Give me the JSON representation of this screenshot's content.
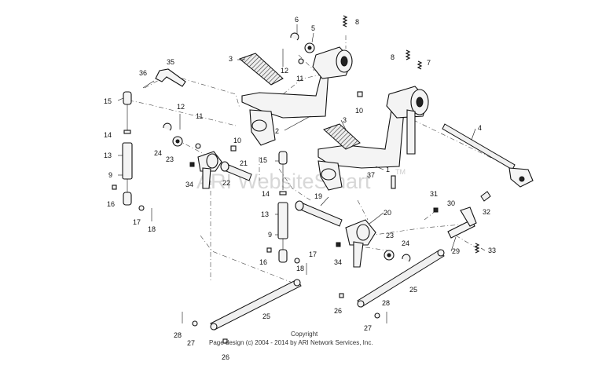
{
  "watermark": {
    "text": "ARI WebsiteSmart",
    "trademark": "TM"
  },
  "copyright": {
    "line1": "Copyright",
    "line2": "Page design (c) 2004 - 2014 by ARI Network Services, Inc."
  },
  "callouts": [
    "1",
    "2",
    "3",
    "3",
    "4",
    "5",
    "6",
    "7",
    "8",
    "8",
    "9",
    "9",
    "10",
    "10",
    "11",
    "11",
    "12",
    "12",
    "13",
    "13",
    "14",
    "14",
    "15",
    "15",
    "16",
    "16",
    "17",
    "17",
    "18",
    "18",
    "19",
    "20",
    "21",
    "22",
    "23",
    "23",
    "24",
    "24",
    "25",
    "25",
    "26",
    "26",
    "27",
    "27",
    "28",
    "28",
    "29",
    "30",
    "31",
    "32",
    "33",
    "34",
    "34",
    "35",
    "36",
    "37"
  ]
}
